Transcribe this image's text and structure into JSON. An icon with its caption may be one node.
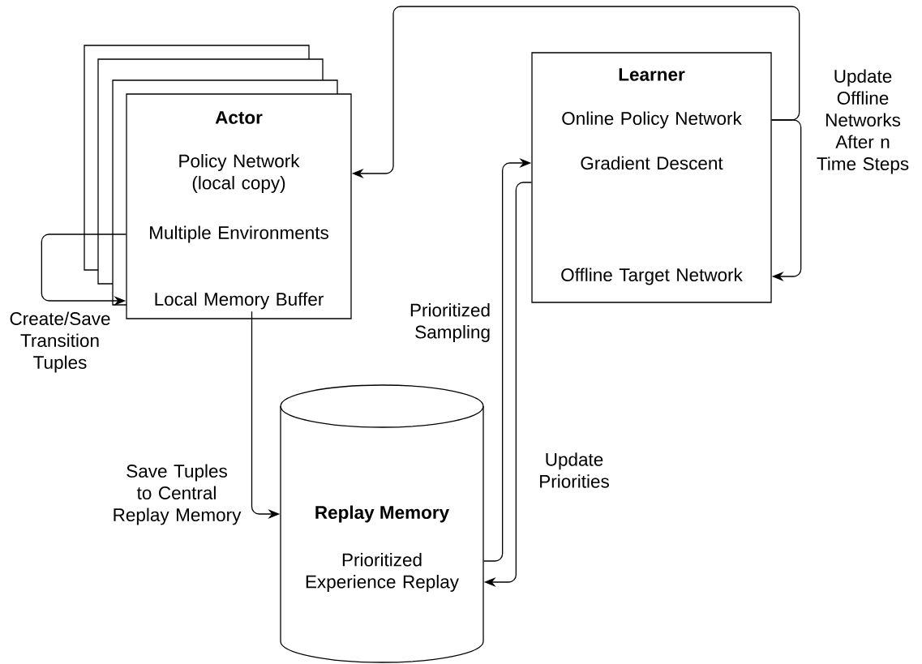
{
  "diagram": {
    "nodes": [
      {
        "text": [
          "Actor"
        ]
      },
      {
        "text": [
          "Policy Network (local copy)"
        ],
        "in": 0
      },
      {
        "text": [
          "Multiple Environments"
        ],
        "in": 0
      },
      {
        "text": [
          "Local Memory Buffer"
        ],
        "in": 0
      },
      {
        "text": [
          "Learner"
        ]
      },
      {
        "text": [
          "Online Policy Network"
        ],
        "in": 4
      },
      {
        "text": [
          "Gradient Descent"
        ],
        "in": 4
      },
      {
        "text": [
          "Offline Target Network"
        ],
        "in": 4
      },
      {
        "text": [
          "Replay Memory"
        ]
      },
      {
        "text": [
          "Prioritized Experience Replay"
        ],
        "in": 8
      }
    ],
    "edges": [
      {
        "from": 5,
        "to": 1,
        "arrow": "to"
      },
      {
        "from": 5,
        "to": 7,
        "arrow": "to",
        "label": "Update Offline Networks After n Time Steps"
      },
      {
        "from": 2,
        "to": 3,
        "arrow": "to",
        "label": "Create/Save Transition Tuples"
      },
      {
        "from": 3,
        "to": 8,
        "arrow": "to",
        "label": "Save Tuples to Central Replay Memory"
      },
      {
        "from": 8,
        "to": 4,
        "arrow": "to",
        "label": "Prioritized Sampling"
      },
      {
        "from": 4,
        "to": 8,
        "arrow": "to",
        "label": "Update Priorities"
      }
    ]
  }
}
